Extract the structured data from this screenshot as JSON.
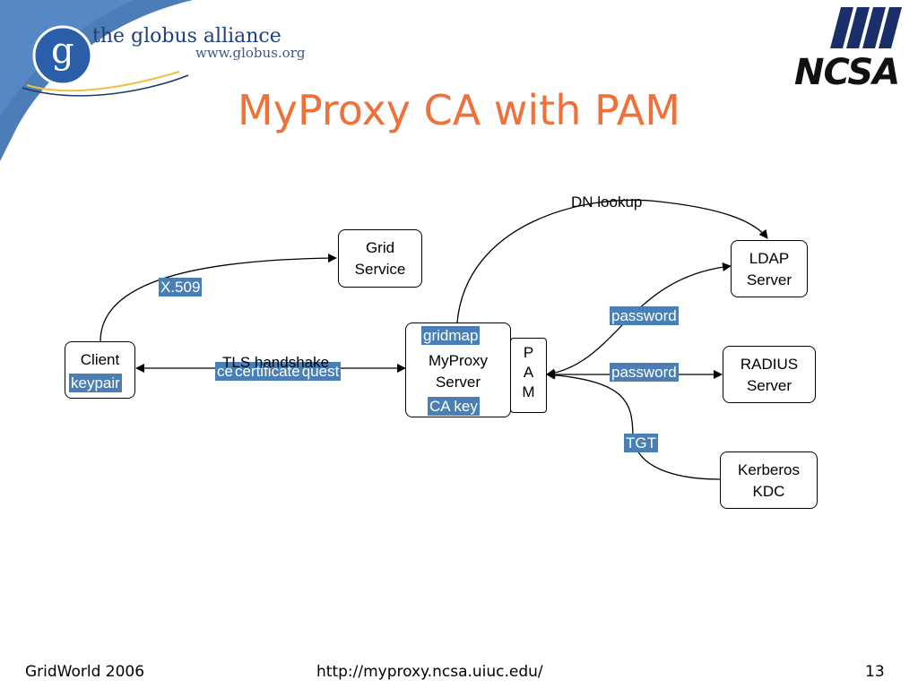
{
  "header": {
    "logo_title": "the globus alliance",
    "logo_url": "www.globus.org",
    "logo_letter": "g",
    "ncsa_logo": "NCSA"
  },
  "slide": {
    "title": "MyProxy CA with PAM"
  },
  "nodes": {
    "client": "Client",
    "grid_service": [
      "Grid",
      "Service"
    ],
    "myproxy_server": [
      "MyProxy",
      "Server"
    ],
    "pam": [
      "P",
      "A",
      "M"
    ],
    "ldap_server": [
      "LDAP",
      "Server"
    ],
    "radius_server": [
      "RADIUS",
      "Server"
    ],
    "kerberos_kdc": [
      "Kerberos",
      "KDC"
    ]
  },
  "tags": {
    "keypair": "keypair",
    "x509": "X.509",
    "gridmap": "gridmap",
    "ca_key": "CA key",
    "password_ldap": "password",
    "password_radius": "password",
    "tgt": "TGT",
    "cert_request_parts": [
      "ce",
      "certificate",
      "quest"
    ]
  },
  "edge_labels": {
    "dn_lookup": "DN lookup",
    "tls_handshake": "TLS handshake"
  },
  "footer": {
    "left": "GridWorld 2006",
    "center": "http://myproxy.ncsa.uiuc.edu/",
    "page": "13"
  },
  "colors": {
    "title": "#f0703a",
    "tag_fill": "#4a7fb5",
    "swoosh": "#3a6fb0"
  }
}
